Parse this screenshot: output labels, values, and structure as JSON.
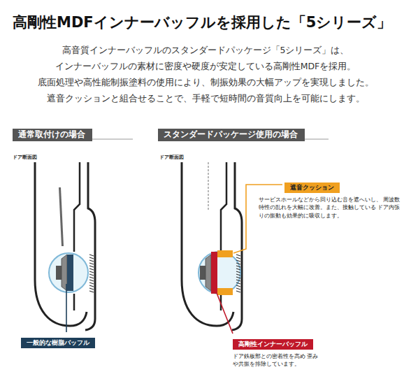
{
  "diagram": {
    "title": "高剛性MDFインナーバッフルを採用した「5シリーズ」",
    "nodes": [
      {
        "text": [
          "通常取付けの場合"
        ]
      },
      {
        "text": [
          "スタンダードパッケージ使用の場合"
        ]
      },
      {
        "text": [
          "遮音クッション",
          "サービスホールなどから回り込む音を遮へいし、 周波数特性の乱れを大幅に改善。また、接触している ドア内張りの振動も効果的に吸収します。"
        ]
      },
      {
        "text": [
          "一般的な樹脂バッフル"
        ]
      },
      {
        "text": [
          "高剛性インナーバッフル",
          "ドア鉄板部との密着性を高め 歪みや共振を排除しています。"
        ]
      }
    ],
    "labels": [
      "高音質インナーバッフルのスタンダードパッケージ「5シリーズ」は、",
      "インナーバッフルの素材に密度や硬度が安定している高剛性MDFを採用。",
      "底面処理や高性能制振塗料の使用により、制振効果の大幅アップを実現しました。",
      "遮音クッションと組合せることで、手軽で短時間の音質向上を可能にします。",
      "ドア断面図",
      "ドア断面図"
    ]
  }
}
